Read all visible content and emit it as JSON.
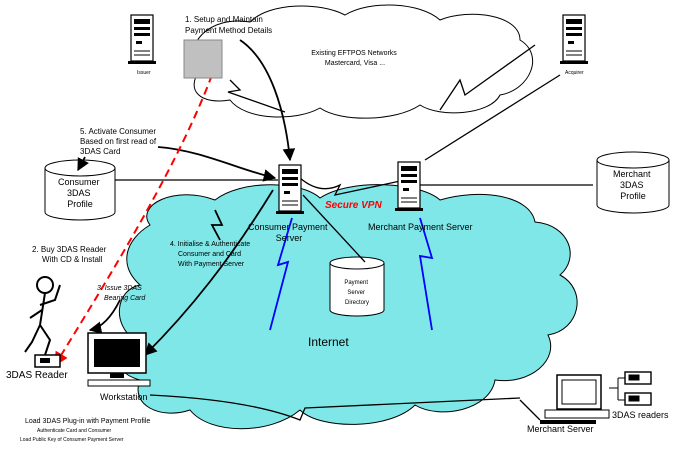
{
  "labels": {
    "step1": [
      "1. Setup and Maintain",
      "Payment Method Details"
    ],
    "eftpos": [
      "Existing EFTPOS Networks",
      "Mastercard, Visa ..."
    ],
    "issuer": "Issuer",
    "acquirer": "Acquirer",
    "step5": [
      "5. Activate Consumer",
      "Based on first read of",
      "3DAS Card"
    ],
    "consumer_profile": [
      "Consumer",
      "3DAS",
      "Profile"
    ],
    "merchant_profile": [
      "Merchant",
      "3DAS",
      "Profile"
    ],
    "secure_vpn": "Secure VPN",
    "consumer_server": [
      "Consumer Payment",
      "Server"
    ],
    "merchant_server": "Merchant Payment Server",
    "step2": [
      "2. Buy 3DAS Reader",
      "With CD & Install"
    ],
    "step4": [
      "4. Initialise & Authenticate",
      "Consumer and Card",
      "With Payment Server"
    ],
    "step3": [
      "3. Issue 3DAS",
      "Bearing Card"
    ],
    "payment_directory": [
      "Payment",
      "Server",
      "Directory"
    ],
    "internet": "Internet",
    "reader": "3DAS Reader",
    "workstation": "Workstation",
    "load_plugin": [
      "Load 3DAS Plug-in with Payment Profile",
      "Authenticate Card and Consumer",
      "Load Public Key of Consumer Payment Server"
    ],
    "merchant_pc": "Merchant Server",
    "readers": "3DAS readers"
  },
  "colors": {
    "cloud": "#7fe7e7",
    "vpn_text": "#ff0000",
    "dashed_arrow": "#ff0000",
    "lightning_blue": "#0000ff",
    "card_gray": "#c0c0c0",
    "line": "#000000"
  }
}
